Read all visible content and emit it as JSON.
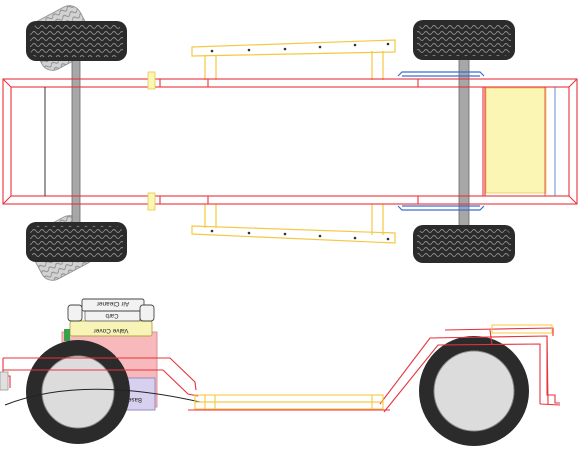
{
  "diagram": {
    "engine_labels": {
      "air_cleaner": "Air Cleaner",
      "carb": "Carb",
      "valve_cover": "Valve Cover",
      "base": "Base"
    },
    "colors": {
      "frame": "#e8323c",
      "crossmember": "#f5c842",
      "tire": "#2b2b2b",
      "tread": "#8a8a8a",
      "axle": "#9a9a9a",
      "bracket": "#3a6fd0",
      "seat": "#fbf6b4",
      "engine_block": "#f7b9bc",
      "valve_cover": "#f8f3b6",
      "air_cleaner": "#f2f2f2",
      "spinning_wheel": "#d2d2d2",
      "hub": "#c9c9c9"
    }
  }
}
